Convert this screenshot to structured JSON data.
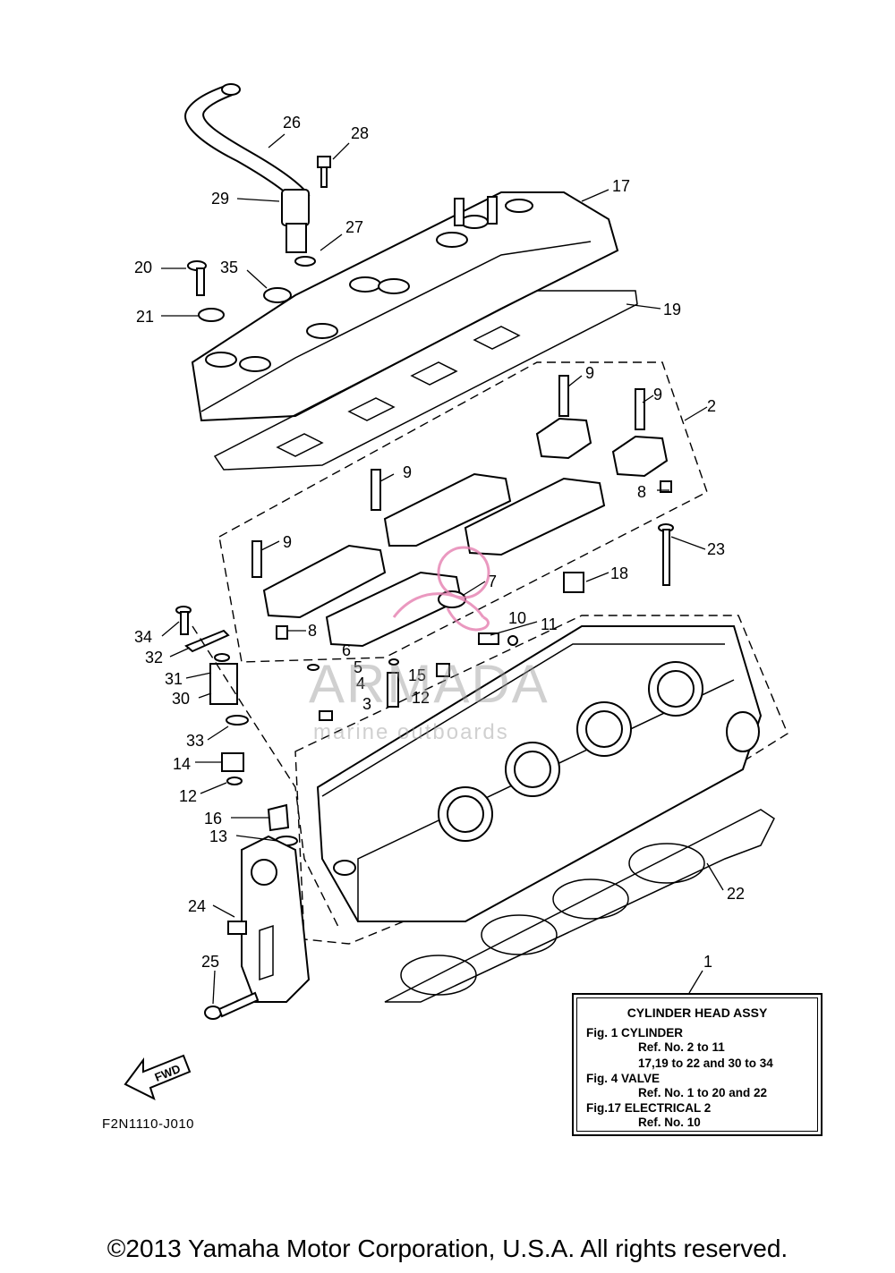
{
  "callouts": [
    "1",
    "2",
    "3",
    "4",
    "5",
    "6",
    "7",
    "8",
    "8",
    "9",
    "9",
    "9",
    "9",
    "10",
    "11",
    "12",
    "12",
    "13",
    "14",
    "15",
    "16",
    "17",
    "18",
    "19",
    "20",
    "21",
    "22",
    "23",
    "24",
    "25",
    "26",
    "27",
    "28",
    "29",
    "30",
    "31",
    "32",
    "33",
    "34",
    "35"
  ],
  "legend": {
    "title": "CYLINDER HEAD ASSY",
    "lines": [
      "Fig.  1 CYLINDER",
      "Ref. No. 2 to 11",
      "17,19 to 22 and 30 to 34",
      "Fig.  4 VALVE",
      "Ref. No. 1 to 20 and 22",
      "Fig.17 ELECTRICAL 2",
      "Ref. No. 10"
    ]
  },
  "fwd_label": "FWD",
  "figure_code": "F2N1110-J010",
  "watermark": {
    "name": "ARMADA",
    "subtitle": "marine outboards",
    "color": "#e57fb0"
  },
  "copyright": "©2013 Yamaha Motor Corporation, U.S.A. All rights reserved."
}
